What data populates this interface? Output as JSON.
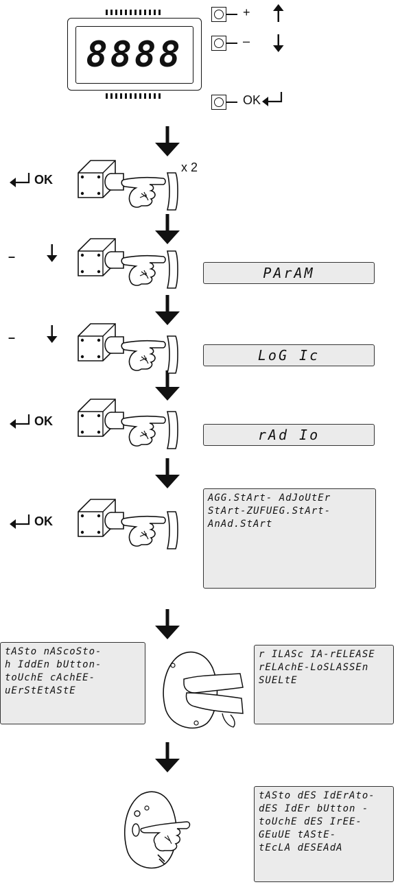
{
  "device": {
    "digits": "8888",
    "buttons": [
      {
        "label": "+",
        "arrow": "up"
      },
      {
        "label": "–",
        "arrow": "down"
      },
      {
        "label": "OK",
        "arrow": "enter"
      }
    ]
  },
  "steps": [
    {
      "key": "OK",
      "arrow": "enter",
      "note": "x 2",
      "display": ""
    },
    {
      "key": "–",
      "arrow": "down",
      "note": "",
      "display": "PArAM"
    },
    {
      "key": "–",
      "arrow": "down",
      "note": "",
      "display": "LoG Ic"
    },
    {
      "key": "OK",
      "arrow": "enter",
      "note": "",
      "display": "rAd Io"
    },
    {
      "key": "OK",
      "arrow": "enter",
      "note": "",
      "display": "AGG.StArt- AdJoUtEr\nStArt-ZUFUEG.StArt-\nAnAd.StArt"
    }
  ],
  "hidden_step": {
    "left_text": "tASto nAScoSto-\nh IddEn bUtton-\ntoUchE cAchEE-\nuErStEtAStE",
    "right_text": "r ILASc IA-rELEASE\nrELAchE-LoSLASSEn\nSUELtE"
  },
  "final_step": {
    "text": "tASto dES IdErAto-\ndES IdEr bUtton -\ntoUchE dES IrEE-\nGEuUE tAStE-\ntEcLA dESEAdA"
  }
}
